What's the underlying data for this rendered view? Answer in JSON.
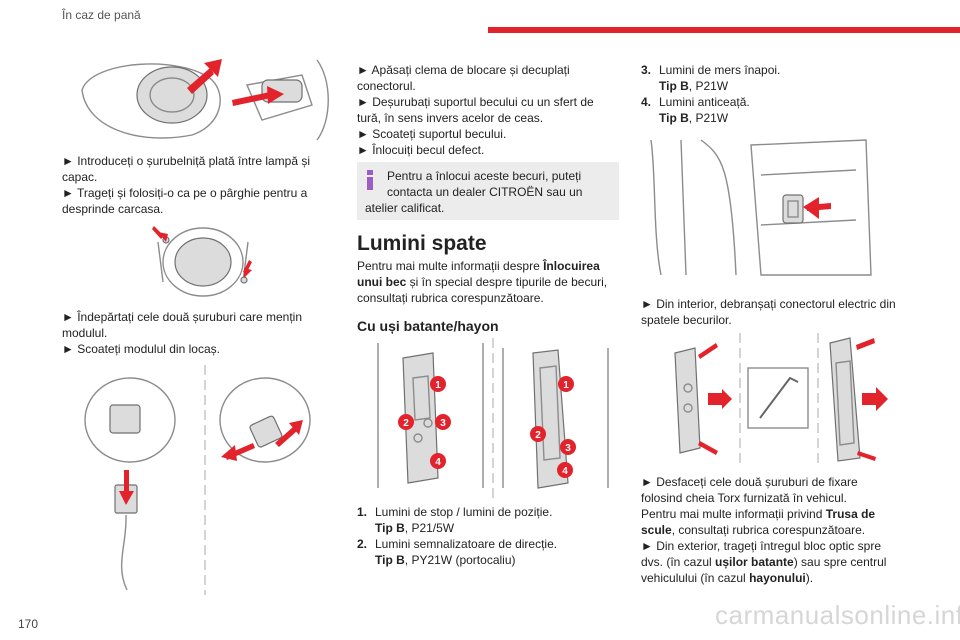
{
  "header": {
    "section": "În caz de pană"
  },
  "page_number": "170",
  "watermark": "carmanualsonline.info",
  "col1": {
    "p1_l1": "► Introduceți o șurubelniță plată între lampă și",
    "p1_l2": "capac.",
    "p1_l3": "► Trageți și folosiți-o ca pe o pârghie pentru a",
    "p1_l4": "desprinde carcasa.",
    "p2_l1": "► Îndepărtați cele două șuruburi care mențin",
    "p2_l2": "modulul.",
    "p2_l3": "► Scoateți modulul din locaș."
  },
  "col2": {
    "p1_l1": "► Apăsați clema de blocare și decuplați",
    "p1_l2": "conectorul.",
    "p1_l3": "► Deșurubați suportul becului cu un sfert de",
    "p1_l4": "tură, în sens invers acelor de ceas.",
    "p1_l5": "► Scoateți suportul becului.",
    "p1_l6": "► Înlocuiți becul defect.",
    "note_l1": "Pentru a înlocui aceste becuri, puteți",
    "note_l2": "contacta un dealer CITROËN sau un",
    "note_l3": "atelier calificat.",
    "heading": "Lumini spate",
    "intro_l1a": "Pentru mai multe informații despre ",
    "intro_l1b": "Înlocuirea",
    "intro_l2a": "unui bec",
    "intro_l2b": " și în special despre tipurile de becuri,",
    "intro_l3": "consultați rubrica corespunzătoare.",
    "subheading": "Cu uși batante/hayon",
    "badges": [
      "1",
      "2",
      "3",
      "4"
    ],
    "items": [
      {
        "num": "1.",
        "text": "Lumini de stop / lumini de poziție.",
        "type_label": "Tip B",
        "type_value": ", P21/5W"
      },
      {
        "num": "2.",
        "text": "Lumini semnalizatoare de direcție.",
        "type_label": "Tip B",
        "type_value": ", PY21W (portocaliu)"
      }
    ]
  },
  "col3": {
    "items": [
      {
        "num": "3.",
        "text": "Lumini de mers înapoi.",
        "type_label": "Tip B",
        "type_value": ", P21W"
      },
      {
        "num": "4.",
        "text": "Lumini anticeață.",
        "type_label": "Tip B",
        "type_value": ", P21W"
      }
    ],
    "p1_l1": "► Din interior, debranșați conectorul electric din",
    "p1_l2": "spatele becurilor.",
    "p2_l1": "► Desfaceți cele două șuruburi de fixare",
    "p2_l2": "folosind cheia Torx furnizată în vehicul.",
    "p2_l3a": "Pentru mai multe informații privind ",
    "p2_l3b": "Trusa de",
    "p2_l4a": "scule",
    "p2_l4b": ", consultați rubrica corespunzătoare.",
    "p2_l5": "► Din exterior, trageți întregul bloc optic spre",
    "p2_l6a": "dvs. (în cazul ",
    "p2_l6b": "ușilor batante",
    "p2_l6c": ") sau spre centrul",
    "p2_l7a": "vehiculului (în cazul ",
    "p2_l7b": "hayonului",
    "p2_l7c": ")."
  }
}
